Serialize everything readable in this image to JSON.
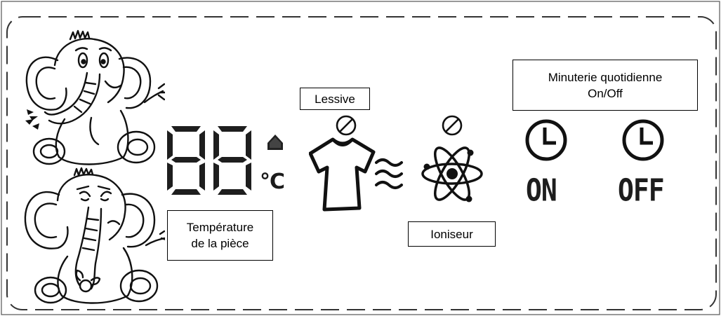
{
  "panel": {
    "display_digits": "88",
    "temperature_unit": "°C",
    "labels": {
      "room_temperature": [
        "Température",
        "de la pièce"
      ],
      "laundry": "Lessive",
      "ionizer": "Ioniseur",
      "daily_timer": [
        "Minuterie quotidienne",
        "On/Off"
      ]
    },
    "timer_on": "ON",
    "timer_off": "OFF"
  },
  "icons": {
    "elephant_happy": "elephant-happy-icon",
    "elephant_sad": "elephant-sad-icon",
    "water_drop": "water-drop-icon",
    "no_symbol": "prohibited-icon",
    "shirt": "shirt-icon",
    "waves": "heat-waves-icon",
    "atom": "atom-icon",
    "clock": "clock-icon"
  },
  "colors": {
    "segment": "#1e1e1e",
    "border": "#333333",
    "background": "#ffffff"
  }
}
